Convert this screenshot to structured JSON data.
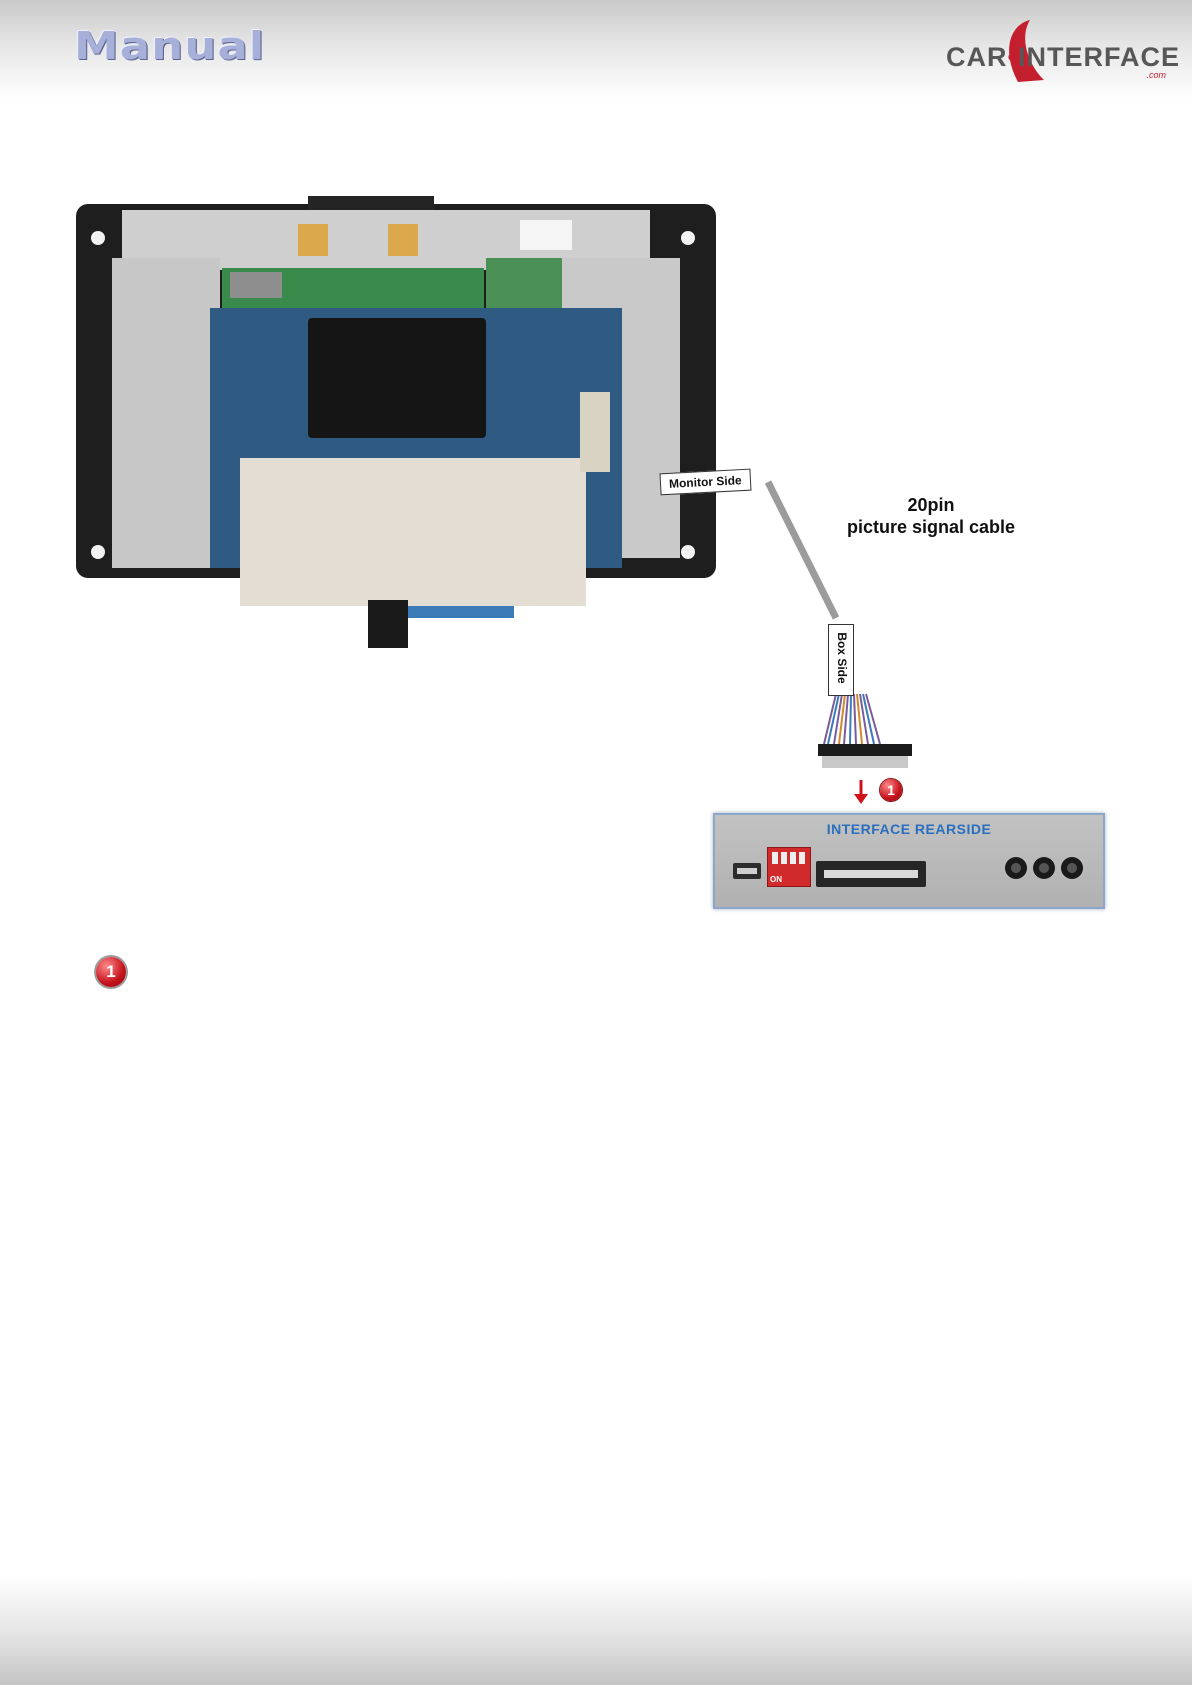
{
  "header": {
    "title": "Manual",
    "logo": {
      "part1": "CAR",
      "separator": "•",
      "part2": "INTERFACE",
      "suffix": ".com",
      "accent_color": "#c31f2e"
    }
  },
  "diagram": {
    "tag_monitor_side": "Monitor Side",
    "tag_box_side": "Box Side",
    "cable_title_line1": "20pin",
    "cable_title_line2": "picture signal cable",
    "step_badge": "1",
    "panel_title": "INTERFACE  REARSIDE",
    "dip_label": "ON"
  },
  "notes": {
    "badge": "1"
  }
}
